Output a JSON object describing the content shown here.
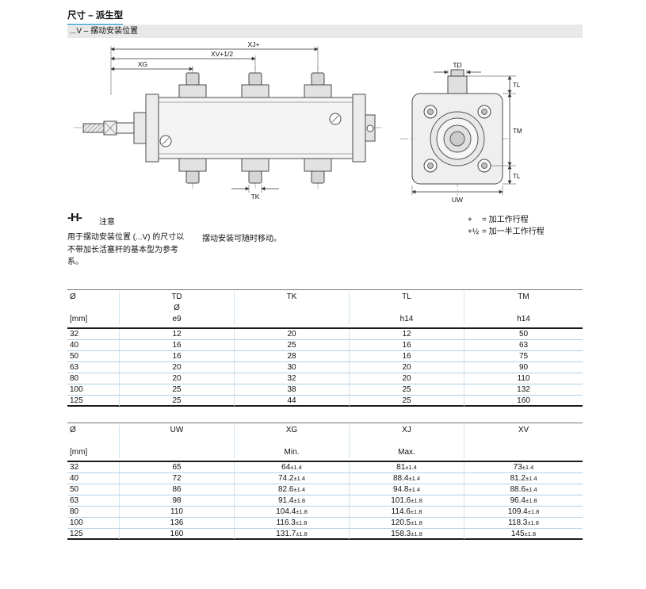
{
  "page": {
    "title": "尺寸 – 派生型",
    "subtitle": "...V – 摆动安装位置"
  },
  "drawing": {
    "labels": {
      "xj": "XJ+",
      "xv": "XV+1/2",
      "xg": "XG",
      "tk": "TK",
      "td": "TD",
      "tl_top": "TL",
      "tm": "TM",
      "tl_bottom": "TL",
      "uw": "UW"
    }
  },
  "note": {
    "symbol": "-H-",
    "title": "注意",
    "body_left": "用于摆动安装位置 (...V) 的尺寸以不带加长活塞杆的基本型为参考系。",
    "body_right": "摆动安装可随时移动。",
    "legend": [
      {
        "symbol": "+",
        "text": "= 加工作行程"
      },
      {
        "symbol": "+½",
        "text": "= 加一半工作行程"
      }
    ]
  },
  "table1": {
    "h1": [
      "Ø",
      "TD",
      "TK",
      "TL",
      "TM"
    ],
    "h2": [
      "",
      "Ø",
      "",
      "",
      ""
    ],
    "h3": [
      "[mm]",
      "e9",
      "",
      "h14",
      "h14"
    ],
    "rows": [
      [
        "32",
        "12",
        "20",
        "12",
        "50"
      ],
      [
        "40",
        "16",
        "25",
        "16",
        "63"
      ],
      [
        "50",
        "16",
        "28",
        "16",
        "75"
      ],
      [
        "63",
        "20",
        "30",
        "20",
        "90"
      ],
      [
        "80",
        "20",
        "32",
        "20",
        "110"
      ],
      [
        "100",
        "25",
        "38",
        "25",
        "132"
      ],
      [
        "125",
        "25",
        "44",
        "25",
        "160"
      ]
    ]
  },
  "table2": {
    "h1": [
      "Ø",
      "UW",
      "XG",
      "XJ",
      "XV"
    ],
    "h3": [
      "[mm]",
      "",
      "Min.",
      "Max.",
      ""
    ],
    "rows": [
      {
        "d": "32",
        "uw": "65",
        "xg": "64",
        "xgt": "±1.4",
        "xj": "81",
        "xjt": "±1.4",
        "xv": "73",
        "xvt": "±1.4"
      },
      {
        "d": "40",
        "uw": "72",
        "xg": "74.2",
        "xgt": "±1.4",
        "xj": "88.4",
        "xjt": "±1.4",
        "xv": "81.2",
        "xvt": "±1.4"
      },
      {
        "d": "50",
        "uw": "86",
        "xg": "82.6",
        "xgt": "±1.4",
        "xj": "94.8",
        "xjt": "±1.4",
        "xv": "88.6",
        "xvt": "±1.4"
      },
      {
        "d": "63",
        "uw": "98",
        "xg": "91.4",
        "xgt": "±1.8",
        "xj": "101.6",
        "xjt": "±1.8",
        "xv": "96.4",
        "xvt": "±1.8"
      },
      {
        "d": "80",
        "uw": "110",
        "xg": "104.4",
        "xgt": "±1.8",
        "xj": "114.6",
        "xjt": "±1.8",
        "xv": "109.4",
        "xvt": "±1.8"
      },
      {
        "d": "100",
        "uw": "136",
        "xg": "116.3",
        "xgt": "±1.8",
        "xj": "120.5",
        "xjt": "±1.8",
        "xv": "118.3",
        "xvt": "±1.8"
      },
      {
        "d": "125",
        "uw": "160",
        "xg": "131.7",
        "xgt": "±1.8",
        "xj": "158.3",
        "xjt": "±1.8",
        "xv": "145",
        "xvt": "±1.8"
      }
    ]
  }
}
